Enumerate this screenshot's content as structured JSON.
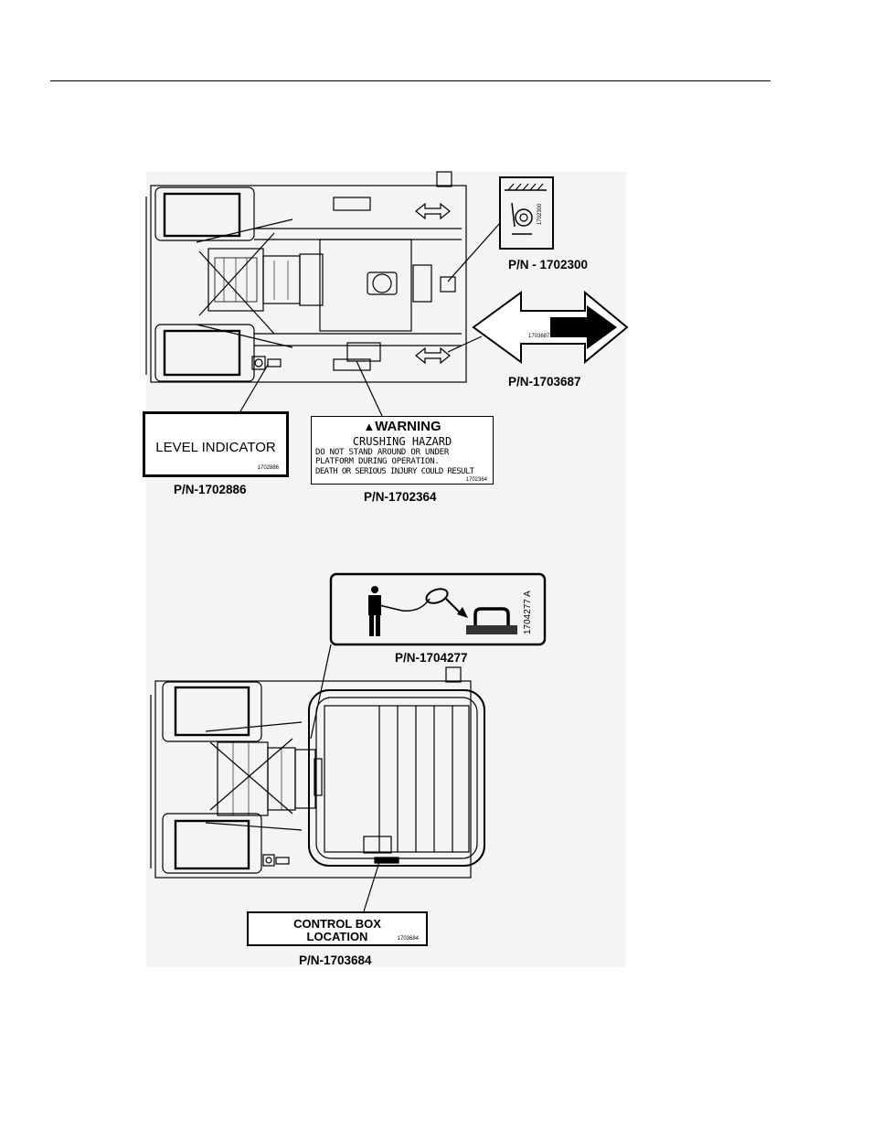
{
  "decals": {
    "crush_symbol": {
      "part_no": "P/N - 1702300",
      "small_no": "1702300"
    },
    "arrow": {
      "part_no": "P/N-1703687",
      "small_no": "1703687"
    },
    "level_indicator": {
      "label": "LEVEL INDICATOR",
      "part_no": "P/N-1702886",
      "small_no": "1702886"
    },
    "warning": {
      "heading": "WARNING",
      "subheading": "CRUSHING HAZARD",
      "line1": "DO NOT STAND AROUND OR UNDER",
      "line2": "PLATFORM DURING OPERATION.",
      "line3": "DEATH OR SERIOUS INJURY COULD RESULT",
      "part_no": "P/N-1702364",
      "small_no": "1702364"
    },
    "harness": {
      "part_no": "P/N-1704277",
      "small_no": "1704277 A"
    },
    "control_box": {
      "line1": "CONTROL BOX",
      "line2": "LOCATION",
      "part_no": "P/N-1703684",
      "small_no": "1703684"
    }
  }
}
